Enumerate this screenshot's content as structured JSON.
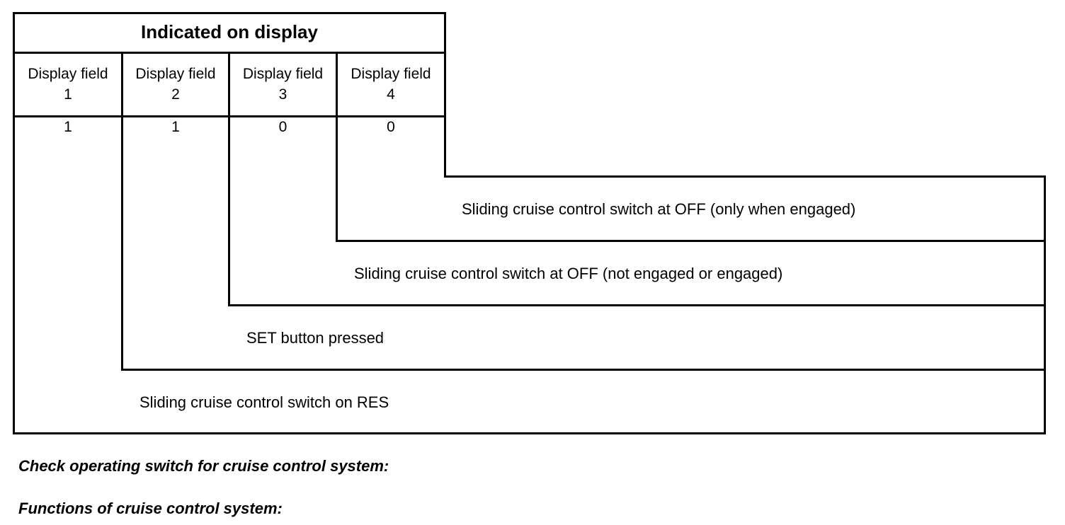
{
  "table": {
    "title": "Indicated on display",
    "columns": [
      {
        "header_line1": "Display field",
        "header_line2": "1",
        "value": "1"
      },
      {
        "header_line1": "Display field",
        "header_line2": "2",
        "value": "1"
      },
      {
        "header_line1": "Display field",
        "header_line2": "3",
        "value": "0"
      },
      {
        "header_line1": "Display field",
        "header_line2": "4",
        "value": "0"
      }
    ],
    "rows": [
      {
        "label": "Sliding cruise control switch at OFF (only when engaged)"
      },
      {
        "label": "Sliding cruise control switch at OFF (not engaged or engaged)"
      },
      {
        "label": "SET button pressed"
      },
      {
        "label": "Sliding cruise control switch on RES"
      }
    ]
  },
  "notes": {
    "check": "Check operating switch for cruise control system:",
    "functions": "Functions of cruise control system:"
  }
}
